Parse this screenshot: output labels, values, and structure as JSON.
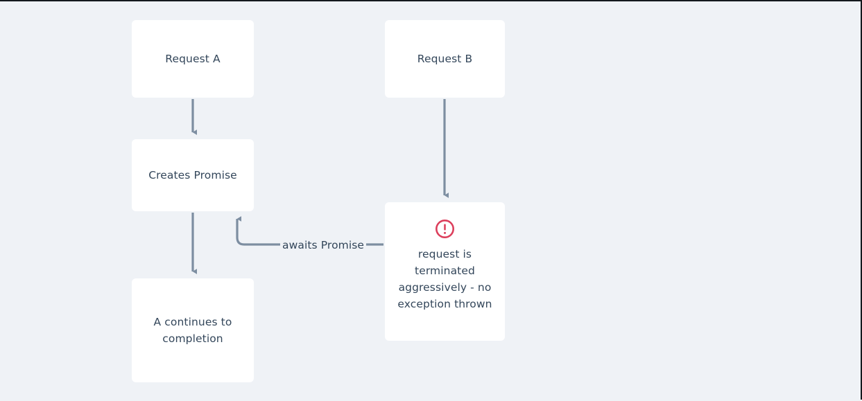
{
  "diagram": {
    "background_color": "#eff2f6",
    "node_fill": "#ffffff",
    "text_color": "#33465a",
    "edge_color": "#7d8ea1",
    "error_color": "#dc3f5c",
    "nodes": [
      {
        "id": "request-a",
        "label": "Request A"
      },
      {
        "id": "request-b",
        "label": "Request B"
      },
      {
        "id": "creates-promise",
        "label": "Creates Promise"
      },
      {
        "id": "a-continues",
        "label": "A continues to\ncompletion"
      },
      {
        "id": "error-box",
        "label": "request is\nterminated\naggressively - no\nexception thrown",
        "icon": "exclamation-circle-icon"
      }
    ],
    "edges": [
      {
        "id": "a-to-creates",
        "from": "request-a",
        "to": "creates-promise",
        "label": ""
      },
      {
        "id": "creates-to-continues",
        "from": "creates-promise",
        "to": "a-continues",
        "label": ""
      },
      {
        "id": "b-to-error",
        "from": "request-b",
        "to": "error-box",
        "label": ""
      },
      {
        "id": "error-to-creates",
        "from": "error-box",
        "to": "creates-promise",
        "label": "awaits Promise"
      }
    ]
  }
}
